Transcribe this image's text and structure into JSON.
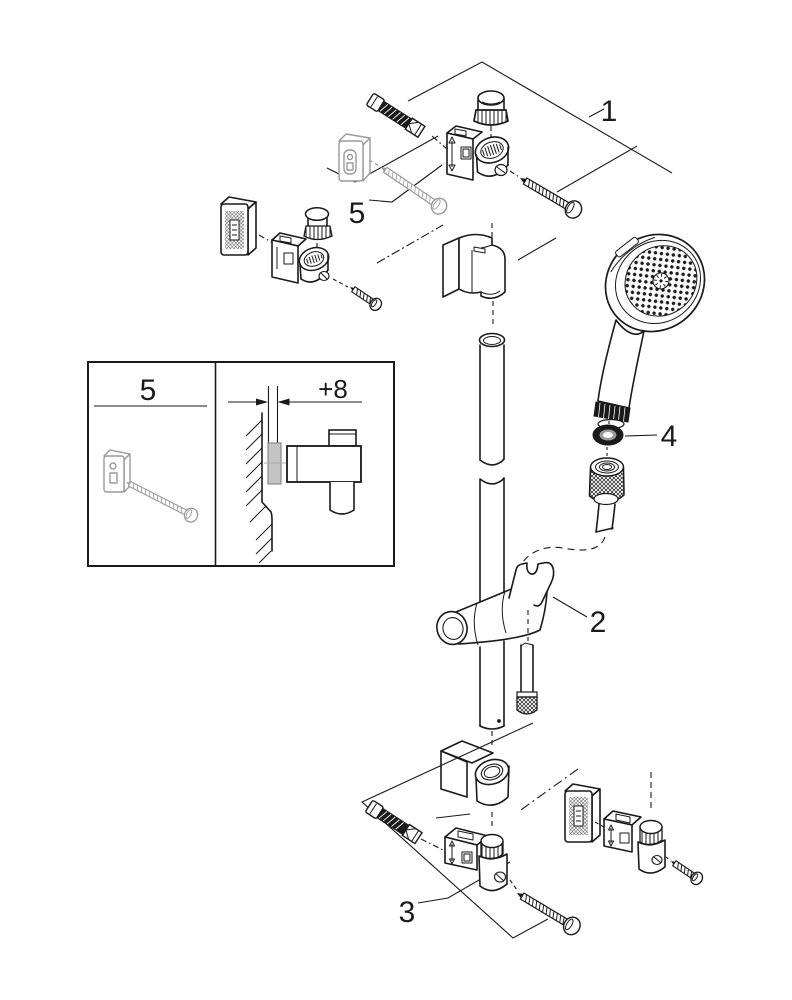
{
  "diagram": {
    "callouts": {
      "part1": "1",
      "part2": "2",
      "part3": "3",
      "part4": "4",
      "part5": "5"
    },
    "inset": {
      "panel_label": "5",
      "dimension_label": "+8"
    },
    "colors": {
      "line": "#1a1a1a",
      "muted_gray": "#9a9a9a",
      "background": "#ffffff",
      "shim_fill": "#c4c4c4",
      "dark_fill": "#1a1a1a"
    }
  }
}
